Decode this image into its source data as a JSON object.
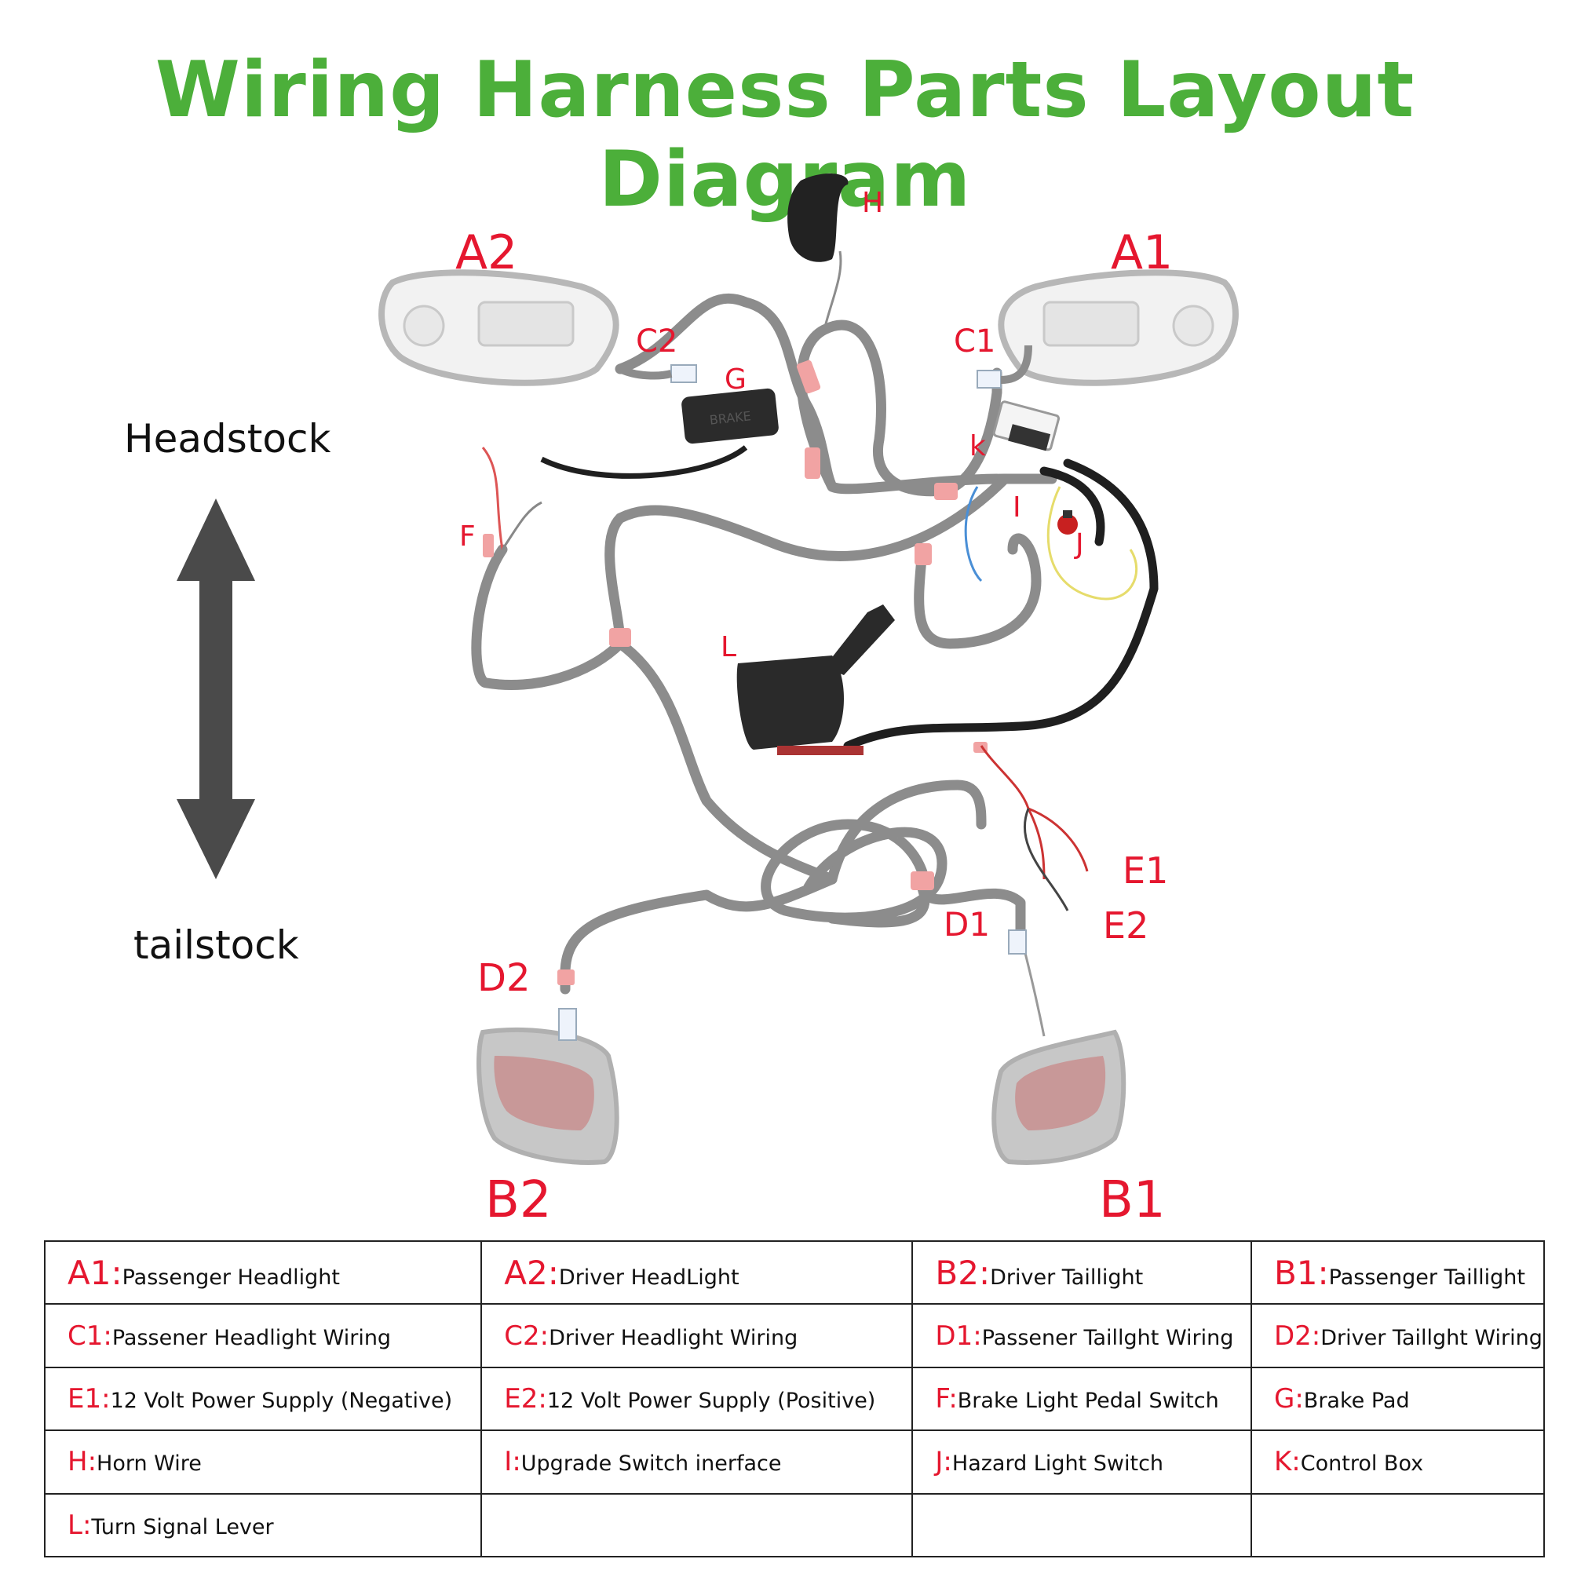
{
  "title": "Wiring Harness Parts Layout Diagram",
  "direction": {
    "top": "Headstock",
    "bottom": "tailstock"
  },
  "parts": {
    "A1": "A1",
    "A2": "A2",
    "B1": "B1",
    "B2": "B2",
    "C1": "C1",
    "C2": "C2",
    "D1": "D1",
    "D2": "D2",
    "E1": "E1",
    "E2": "E2",
    "F": "F",
    "G": "G",
    "H": "H",
    "I": "I",
    "J": "J",
    "K": "k",
    "L": "L"
  },
  "brand_text": "BRAKE",
  "legend": [
    [
      {
        "code": "A1:",
        "desc": "Passenger Headlight"
      },
      {
        "code": "A2:",
        "desc": "Driver HeadLight"
      },
      {
        "code": "B2:",
        "desc": "Driver Taillight"
      },
      {
        "code": "B1:",
        "desc": "Passenger Taillight"
      }
    ],
    [
      {
        "code": "C1:",
        "desc": "Passener Headlight Wiring"
      },
      {
        "code": "C2:",
        "desc": "Driver Headlight Wiring"
      },
      {
        "code": "D1:",
        "desc": "Passener Taillght Wiring"
      },
      {
        "code": "D2:",
        "desc": "Driver Taillght Wiring"
      }
    ],
    [
      {
        "code": "E1:",
        "desc": "12 Volt Power Supply (Negative)"
      },
      {
        "code": "E2:",
        "desc": "12 Volt Power Supply (Positive)"
      },
      {
        "code": "F:",
        "desc": "Brake Light Pedal Switch"
      },
      {
        "code": "G:",
        "desc": "Brake Pad"
      }
    ],
    [
      {
        "code": "H:",
        "desc": "Horn Wire"
      },
      {
        "code": "I:",
        "desc": "Upgrade Switch inerface"
      },
      {
        "code": "J:",
        "desc": "Hazard Light Switch"
      },
      {
        "code": "K:",
        "desc": "Control Box"
      }
    ],
    [
      {
        "code": "L:",
        "desc": "Turn Signal Lever"
      },
      {
        "code": "",
        "desc": ""
      },
      {
        "code": "",
        "desc": ""
      },
      {
        "code": "",
        "desc": ""
      }
    ]
  ],
  "colors": {
    "title": "#4caf3a",
    "label": "#e5172f",
    "harness": "#8c8c8c",
    "sleeve": "#f1a3a3"
  },
  "icons": [
    "double-arrow-icon",
    "headlight-icon",
    "taillight-icon",
    "horn-icon",
    "brake-pad-icon",
    "control-box-icon",
    "switch-icon",
    "turn-lever-icon"
  ]
}
